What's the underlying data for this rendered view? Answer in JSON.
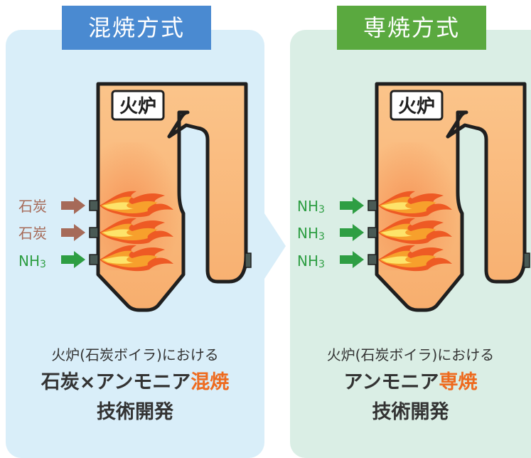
{
  "left": {
    "title": "混焼方式",
    "furnace_label": "火炉",
    "fuels": [
      {
        "label": "石炭",
        "color": "#a66a58"
      },
      {
        "label": "石炭",
        "color": "#a66a58"
      },
      {
        "label": "NH",
        "sub": "3",
        "color": "#2e9e43"
      }
    ],
    "desc_line1": "火炉(石炭ボイラ)における",
    "desc_line2_main": "石炭×アンモニア",
    "desc_line2_highlight": "混焼",
    "desc_line3": "技術開発"
  },
  "right": {
    "title": "専焼方式",
    "furnace_label": "火炉",
    "fuels": [
      {
        "label": "NH",
        "sub": "3",
        "color": "#2e9e43"
      },
      {
        "label": "NH",
        "sub": "3",
        "color": "#2e9e43"
      },
      {
        "label": "NH",
        "sub": "3",
        "color": "#2e9e43"
      }
    ],
    "desc_line1": "火炉(石炭ボイラ)における",
    "desc_line2_main": "アンモニア",
    "desc_line2_highlight": "専焼",
    "desc_line3": "技術開発"
  },
  "colors": {
    "left_bg": "#d9eef9",
    "right_bg": "#daeee5",
    "left_title_bg": "#4a8ad1",
    "right_title_bg": "#5aa93f",
    "furnace": "#f9b77a",
    "highlight": "#ee6a1e",
    "coal_arrow": "#a66a58",
    "nh3_arrow": "#2e9e43"
  }
}
